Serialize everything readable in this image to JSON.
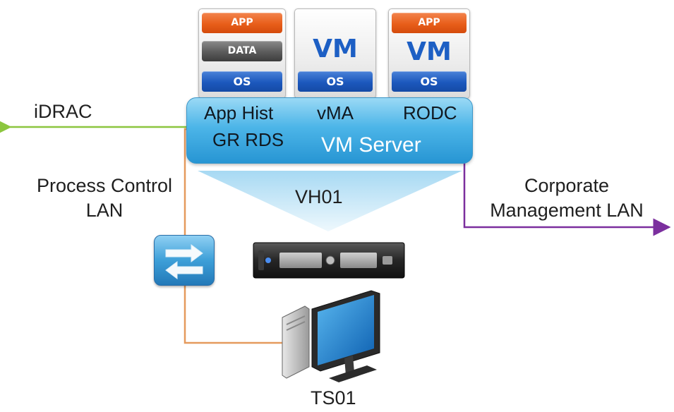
{
  "stacks": {
    "left": {
      "app": "APP",
      "data": "DATA",
      "os": "OS"
    },
    "middle": {
      "vm": "VM",
      "os": "OS"
    },
    "right": {
      "app": "APP",
      "vm": "VM",
      "os": "OS"
    }
  },
  "server": {
    "line1_left": "App Hist",
    "line1_mid": "vMA",
    "line1_right": "RODC",
    "line2_left": "GR RDS",
    "name": "VM Server"
  },
  "labels": {
    "idrac": "iDRAC",
    "process_control_1": "Process Control",
    "process_control_2": "LAN",
    "host": "VH01",
    "corporate_1": "Corporate",
    "corporate_2": "Management LAN",
    "terminal": "TS01"
  },
  "colors": {
    "idrac_line": "#8cc63f",
    "process_line": "#e59a5d",
    "corporate_line": "#7b2f9e",
    "funnel": "#bfe3f5"
  },
  "icons": [
    "switch-icon",
    "server-icon",
    "workstation-icon"
  ]
}
